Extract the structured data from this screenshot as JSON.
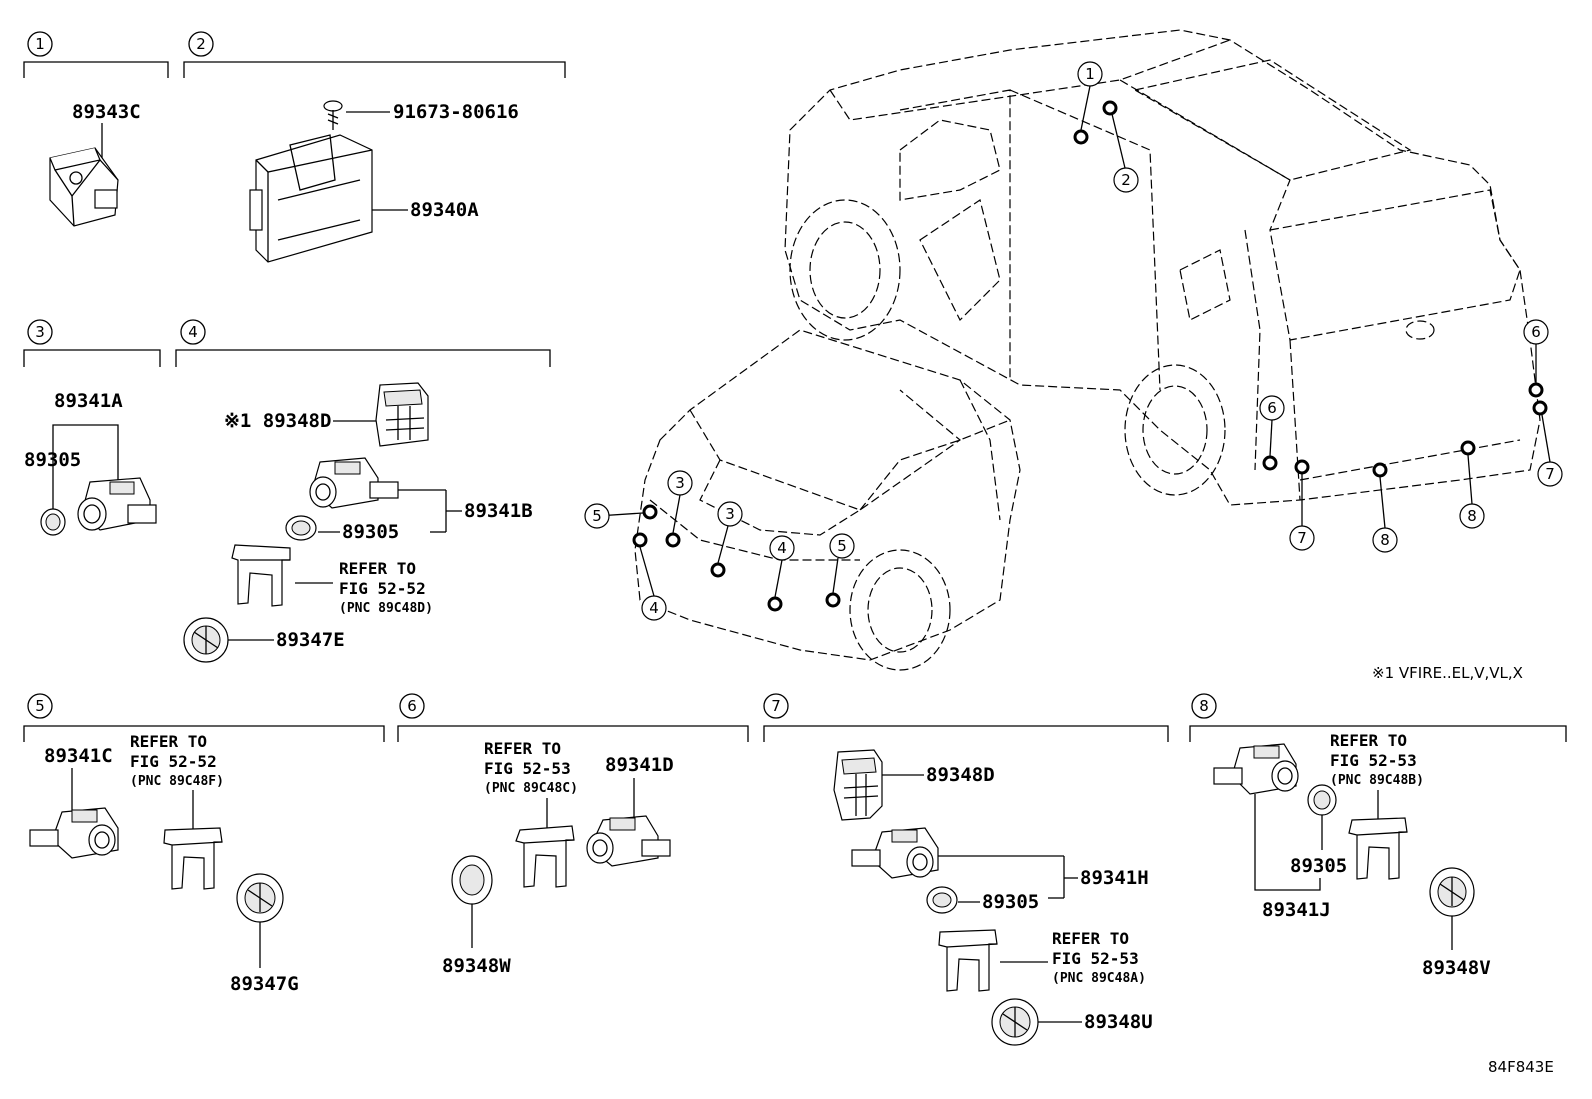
{
  "sections": [
    {
      "num": "1",
      "parts": [
        "89343C"
      ]
    },
    {
      "num": "2",
      "parts": [
        "91673-80616",
        "89340A"
      ]
    },
    {
      "num": "3",
      "parts": [
        "89341A",
        "89305"
      ]
    },
    {
      "num": "4",
      "parts": [
        "※1 89348D",
        "89341B",
        "89305",
        "89347E"
      ],
      "refer": {
        "l1": "REFER TO",
        "l2": "FIG 52-52",
        "l3": "(PNC 89C48D)"
      }
    },
    {
      "num": "5",
      "parts": [
        "89341C",
        "89347G"
      ],
      "refer": {
        "l1": "REFER TO",
        "l2": "FIG 52-52",
        "l3": "(PNC 89C48F)"
      }
    },
    {
      "num": "6",
      "parts": [
        "89341D",
        "89348W"
      ],
      "refer": {
        "l1": "REFER TO",
        "l2": "FIG 52-53",
        "l3": "(PNC 89C48C)"
      }
    },
    {
      "num": "7",
      "parts": [
        "89348D",
        "89341H",
        "89305",
        "89348U"
      ],
      "refer": {
        "l1": "REFER TO",
        "l2": "FIG 52-53",
        "l3": "(PNC 89C48A)"
      }
    },
    {
      "num": "8",
      "parts": [
        "89305",
        "89341J",
        "89348V"
      ],
      "refer": {
        "l1": "REFER TO",
        "l2": "FIG 52-53",
        "l3": "(PNC 89C48B)"
      }
    }
  ],
  "callouts": [
    "1",
    "2",
    "3",
    "3",
    "4",
    "4",
    "5",
    "5",
    "6",
    "6",
    "7",
    "7",
    "8",
    "8"
  ],
  "note": "※1 VFIRE..EL,V,VL,X",
  "figure_code": "84F843E"
}
